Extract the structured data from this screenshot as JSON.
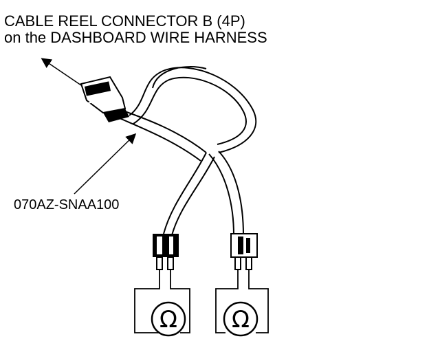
{
  "callouts": {
    "connector_line_1": "CABLE REEL CONNECTOR B (4P)",
    "connector_line_2": "on the DASHBOARD WIRE HARNESS",
    "tool_part_number": "070AZ-SNAA100"
  },
  "meters": {
    "left_symbol": "Ω",
    "right_symbol": "Ω"
  },
  "colors": {
    "ink": "#000000",
    "paper": "#ffffff"
  }
}
